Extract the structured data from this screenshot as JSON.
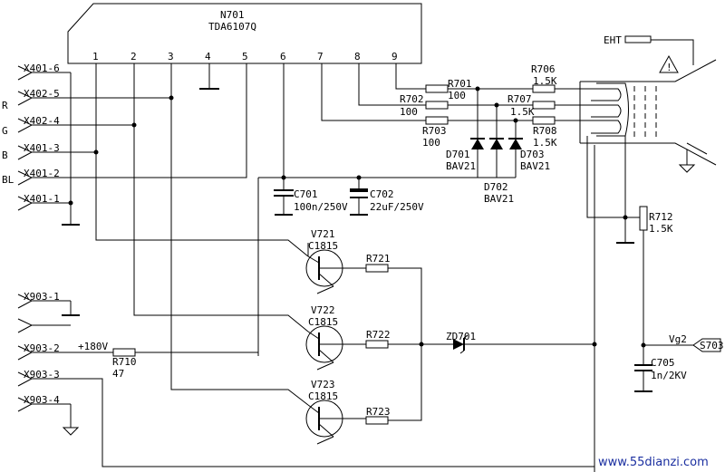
{
  "ic": {
    "name": "N701",
    "part": "TDA6107Q",
    "pins": [
      "1",
      "2",
      "3",
      "4",
      "5",
      "6",
      "7",
      "8",
      "9"
    ]
  },
  "connectors": {
    "x401_6": "X401-6",
    "x402_5": "X402-5",
    "x402_4": "X402-4",
    "x401_3": "X401-3",
    "x401_2": "X401-2",
    "x401_1": "X401-1",
    "x903_1": "X903-1",
    "x903_2": "X903-2",
    "x903_3": "X903-3",
    "x903_4": "X903-4",
    "s703": "S703"
  },
  "signals": {
    "r": "R",
    "g": "G",
    "b": "B",
    "bl": "BL",
    "ht": "+180V",
    "eht": "EHT",
    "vg2": "Vg2"
  },
  "resistors": {
    "r701": {
      "ref": "R701",
      "value": "100"
    },
    "r702": {
      "ref": "R702",
      "value": "100"
    },
    "r703": {
      "ref": "R703",
      "value": "100"
    },
    "r706": {
      "ref": "R706",
      "value": "1.5K"
    },
    "r707": {
      "ref": "R707",
      "value": "1.5K"
    },
    "r708": {
      "ref": "R708",
      "value": "1.5K"
    },
    "r710": {
      "ref": "R710",
      "value": "47"
    },
    "r712": {
      "ref": "R712",
      "value": "1.5K"
    },
    "r721": {
      "ref": "R721"
    },
    "r722": {
      "ref": "R722"
    },
    "r723": {
      "ref": "R723"
    }
  },
  "capacitors": {
    "c701": {
      "ref": "C701",
      "value": "100n/250V"
    },
    "c702": {
      "ref": "C702",
      "value": "22uF/250V"
    },
    "c705": {
      "ref": "C705",
      "value": "1n/2KV"
    }
  },
  "diodes": {
    "d701": {
      "ref": "D701",
      "part": "BAV21"
    },
    "d702": {
      "ref": "D702",
      "part": "BAV21"
    },
    "d703": {
      "ref": "D703",
      "part": "BAV21"
    },
    "zd701": {
      "ref": "ZD701"
    }
  },
  "transistors": {
    "v721": {
      "ref": "V721",
      "part": "C1815"
    },
    "v722": {
      "ref": "V722",
      "part": "C1815"
    },
    "v723": {
      "ref": "V723",
      "part": "C1815"
    }
  },
  "warning_glyph": "!",
  "watermark": "www.55dianzi.com"
}
